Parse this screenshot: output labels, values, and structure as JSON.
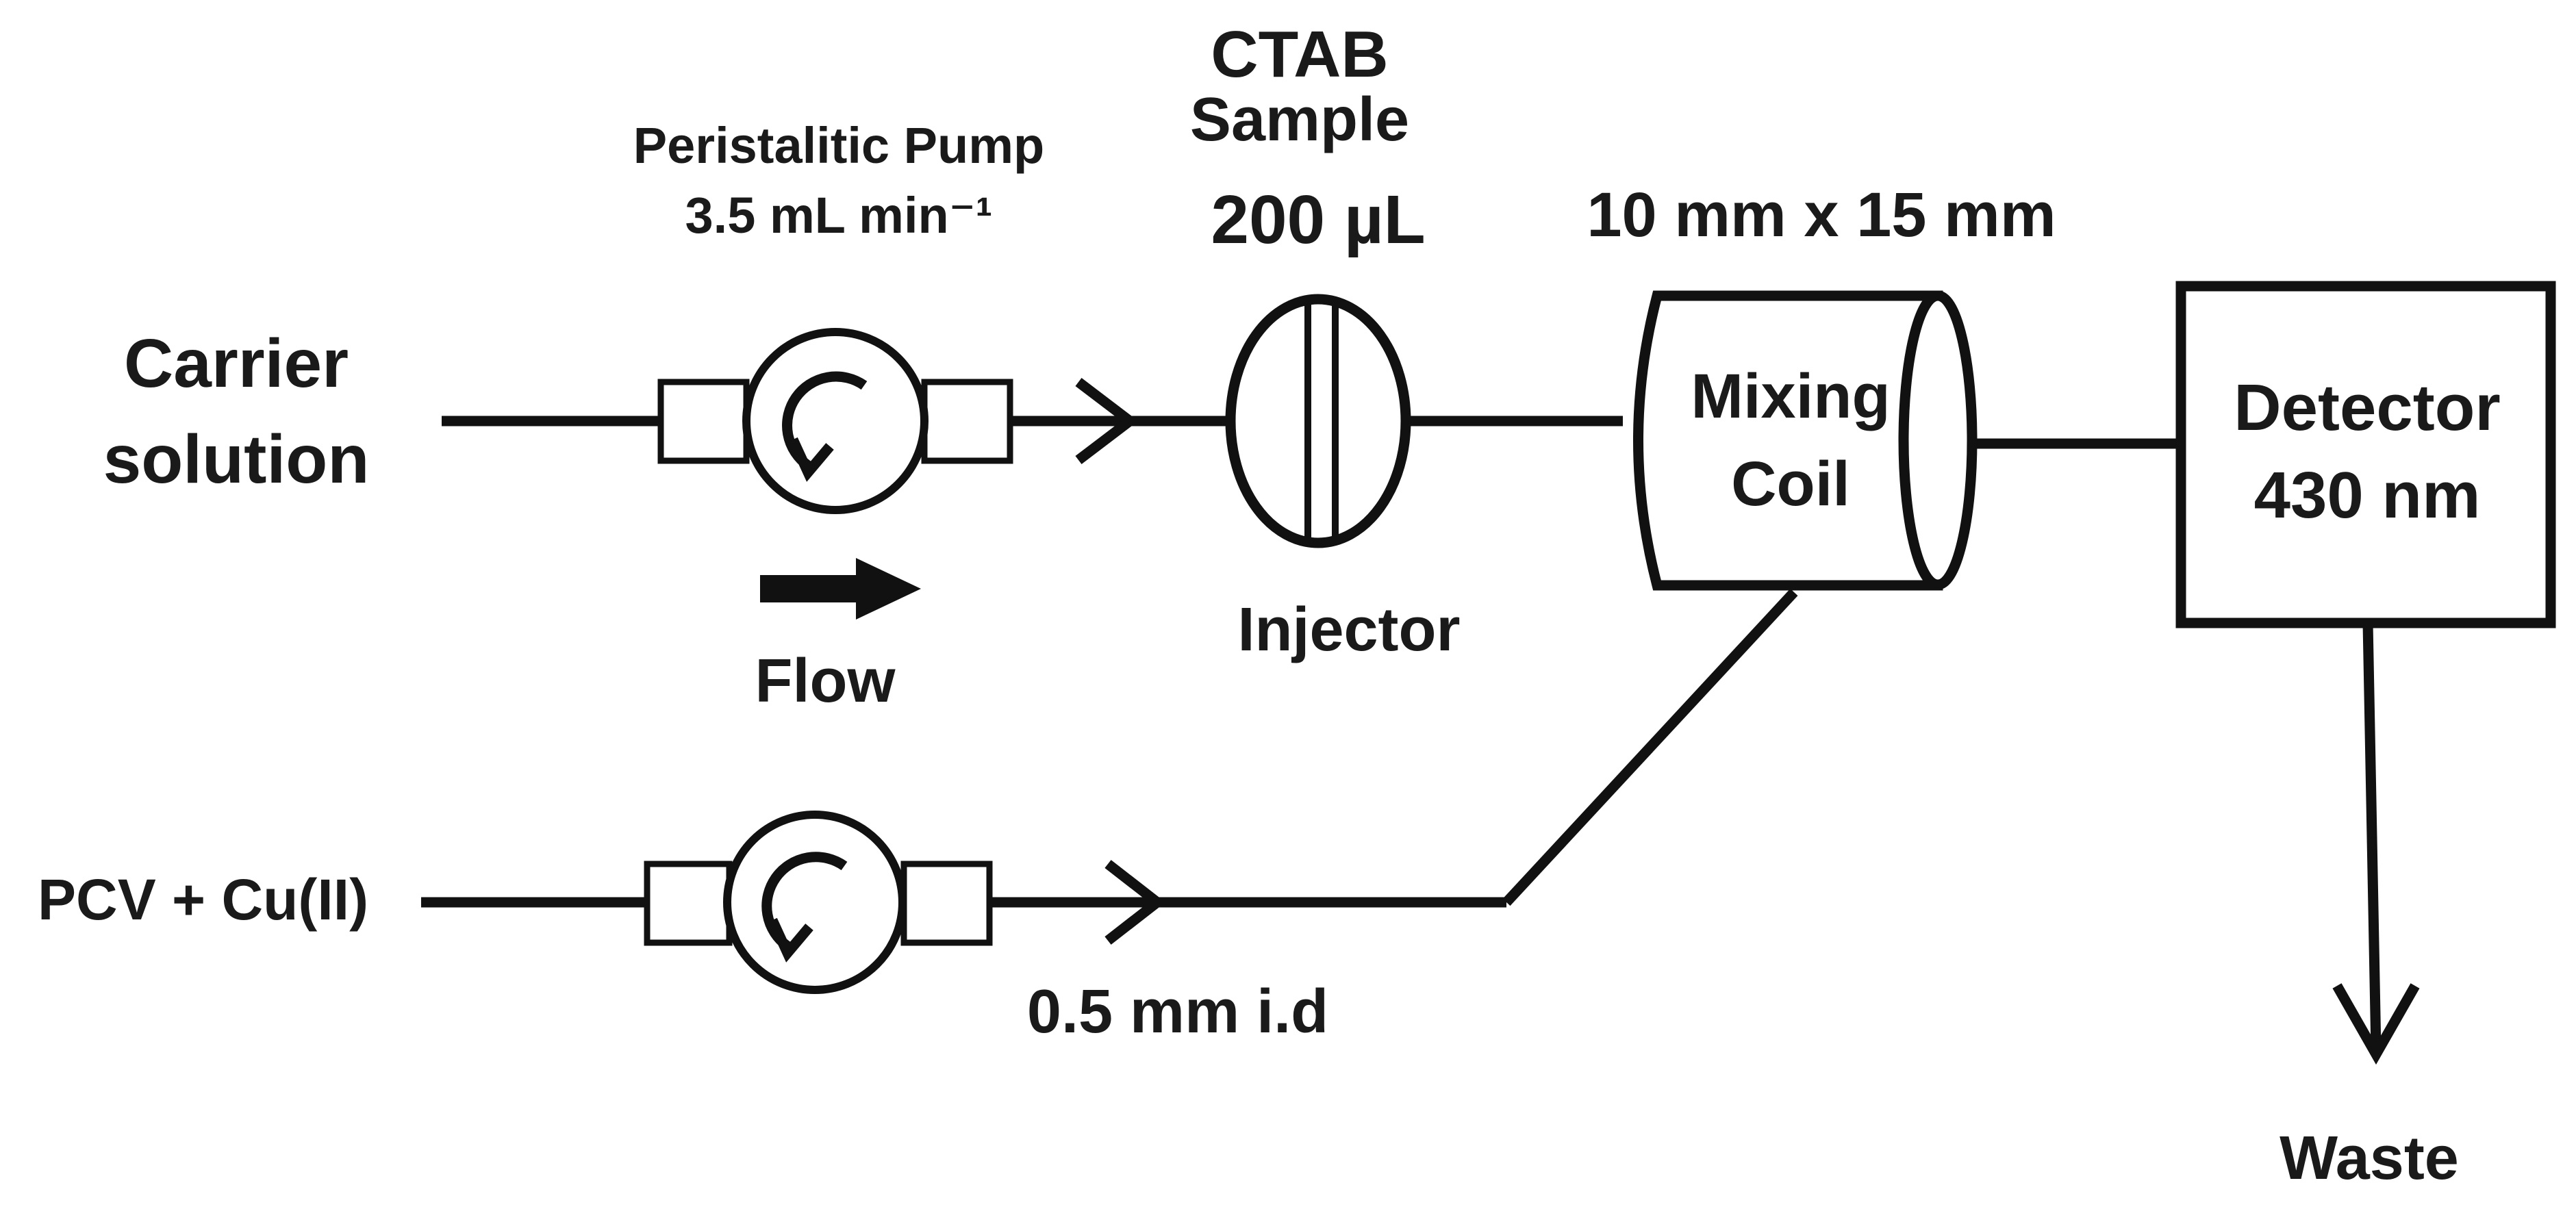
{
  "inputs": {
    "carrier_line1": "Carrier",
    "carrier_line2": "solution",
    "reagent": "PCV + Cu(II)"
  },
  "pump": {
    "name": "Peristalitic Pump",
    "rate": "3.5 mL min⁻¹",
    "flow_label": "Flow"
  },
  "injector": {
    "sample_line1": "CTAB",
    "sample_line2": "Sample",
    "volume": "200 µL",
    "label": "Injector"
  },
  "coil": {
    "dimensions": "10 mm x 15 mm",
    "label_line1": "Mixing",
    "label_line2": "Coil"
  },
  "detector": {
    "label_line1": "Detector",
    "label_line2": "430 nm"
  },
  "tubing": {
    "inner_diameter": "0.5 mm i.d"
  },
  "outlet": {
    "label": "Waste"
  }
}
